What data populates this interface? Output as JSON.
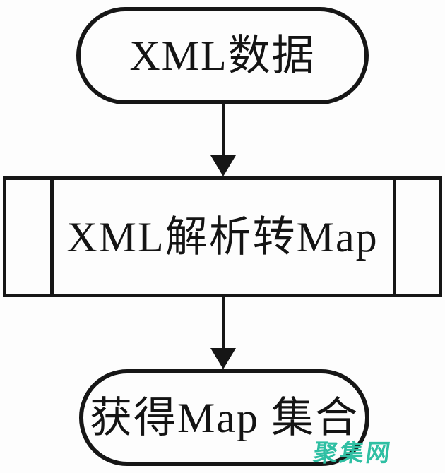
{
  "diagram": {
    "type": "flowchart",
    "direction": "top-down",
    "nodes": [
      {
        "id": "xml-data",
        "shape": "stadium",
        "label": "XML数据"
      },
      {
        "id": "xml-parse-to-map",
        "shape": "predefined-process",
        "label": "XML解析转Map"
      },
      {
        "id": "get-map-collection",
        "shape": "stadium",
        "label": "获得Map 集合"
      }
    ],
    "edges": [
      {
        "from": "xml-data",
        "to": "xml-parse-to-map",
        "style": "arrow-down"
      },
      {
        "from": "xml-parse-to-map",
        "to": "get-map-collection",
        "style": "arrow-down"
      }
    ]
  },
  "watermark": {
    "text": "聚集网",
    "color": "#2fbfa3"
  },
  "colors": {
    "stroke": "#161616",
    "background": "#fdfdfd",
    "text": "#141414"
  }
}
